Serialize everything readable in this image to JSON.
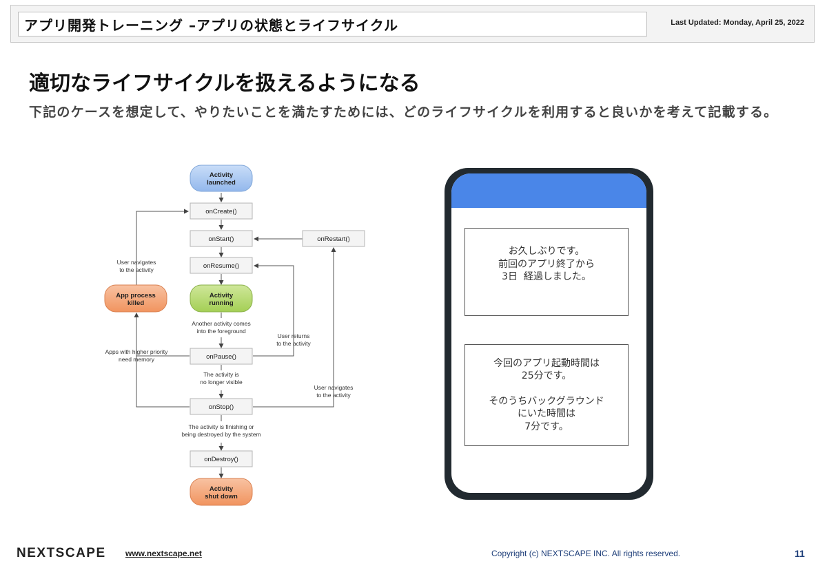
{
  "header": {
    "title": "アプリ開発トレーニング –アプリの状態とライフサイクル",
    "last_updated": "Last Updated: Monday, April 25, 2022"
  },
  "slide": {
    "title": "適切なライフサイクルを扱えるようになる",
    "subtitle": "下記のケースを想定して、やりたいことを満たすためには、どのライフサイクルを利用すると良いかを考えて記載する。"
  },
  "diagram": {
    "nodes": {
      "launched": [
        "Activity",
        "launched"
      ],
      "on_create": "onCreate()",
      "on_start": "onStart()",
      "on_restart": "onRestart()",
      "on_resume": "onResume()",
      "running": [
        "Activity",
        "running"
      ],
      "on_pause": "onPause()",
      "on_stop": "onStop()",
      "on_destroy": "onDestroy()",
      "shut_down": [
        "Activity",
        "shut down"
      ],
      "process_killed": [
        "App process",
        "killed"
      ]
    },
    "labels": {
      "another_activity": [
        "Another activity comes",
        "into the foreground"
      ],
      "no_longer_visible": [
        "The activity is",
        "no longer visible"
      ],
      "finishing": [
        "The activity is finishing or",
        "being destroyed by the system"
      ],
      "user_returns": [
        "User returns",
        "to the activity"
      ],
      "user_navigates_left": [
        "User navigates",
        "to the activity"
      ],
      "user_navigates_right": [
        "User navigates",
        "to the activity"
      ],
      "higher_priority": [
        "Apps with higher priority",
        "need memory"
      ]
    },
    "colors": {
      "launched": "#a7c7f2",
      "running": "#b4d96a",
      "terminal": "#f5a67a",
      "method_box": "#f2f2f2"
    }
  },
  "phone": {
    "appbar_color": "#4a86e8",
    "message1": [
      "お久しぶりです。",
      "前回のアプリ終了から",
      "3日  経過しました。"
    ],
    "message2_a": [
      "今回のアプリ起動時間は",
      "25分です。"
    ],
    "message2_b": [
      "そのうちバックグラウンド",
      "にいた時間は",
      "7分です。"
    ]
  },
  "footer": {
    "logo": "NEXTSCAPE",
    "url": "www.nextscape.net",
    "copyright": "Copyright (c) NEXTSCAPE INC. All rights reserved.",
    "page_number": "11"
  }
}
